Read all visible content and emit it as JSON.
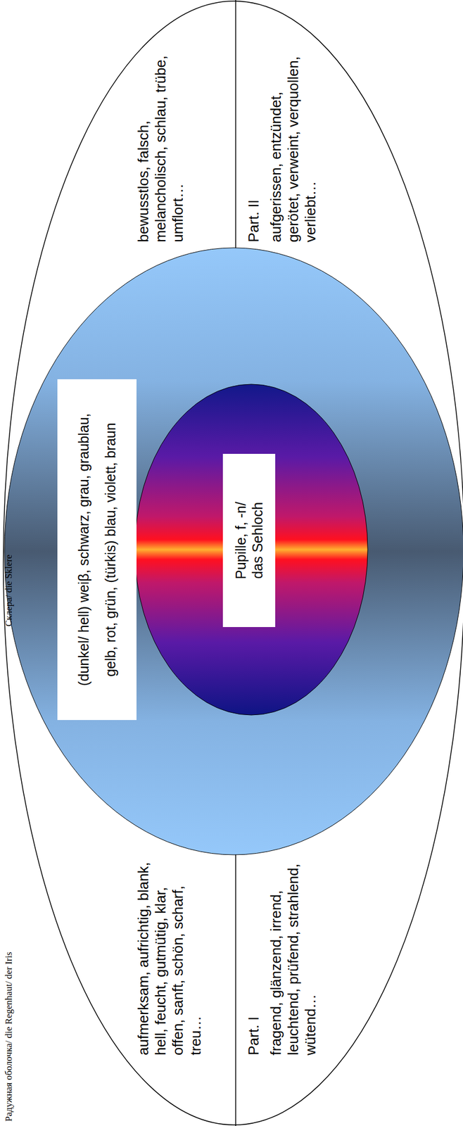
{
  "diagram": {
    "nodes": [
      {
        "text": [
          "bewusstlos, falsch, melancholisch, schlau, trübe, umflort…",
          "Part. II",
          "aufgerissen, entzündet, gerötet, verweint, verquollen, verliebt…",
          "aufmerksam, aufrichtig, blank, hell, feucht, gutmütig, klar, offen, sanft, schön, scharf, treu…",
          "Part. I",
          "fragend, glänzend, irrend, leuchtend, prüfend, strahlend, wütend…"
        ]
      },
      {
        "text": [
          "(dunkel/ hell) weiβ, schwarz, grau, graublau,",
          "gelb, rot, grün, (türkis) blau, violett, braun"
        ],
        "in": 0
      },
      {
        "text": [
          "Pupille, f, -n/ das Sehloch"
        ],
        "in": 0
      }
    ],
    "labels": [
      "Радужная оболочка/ die Regenhaut/ der Iris",
      "Склера/ die Sklere"
    ]
  }
}
